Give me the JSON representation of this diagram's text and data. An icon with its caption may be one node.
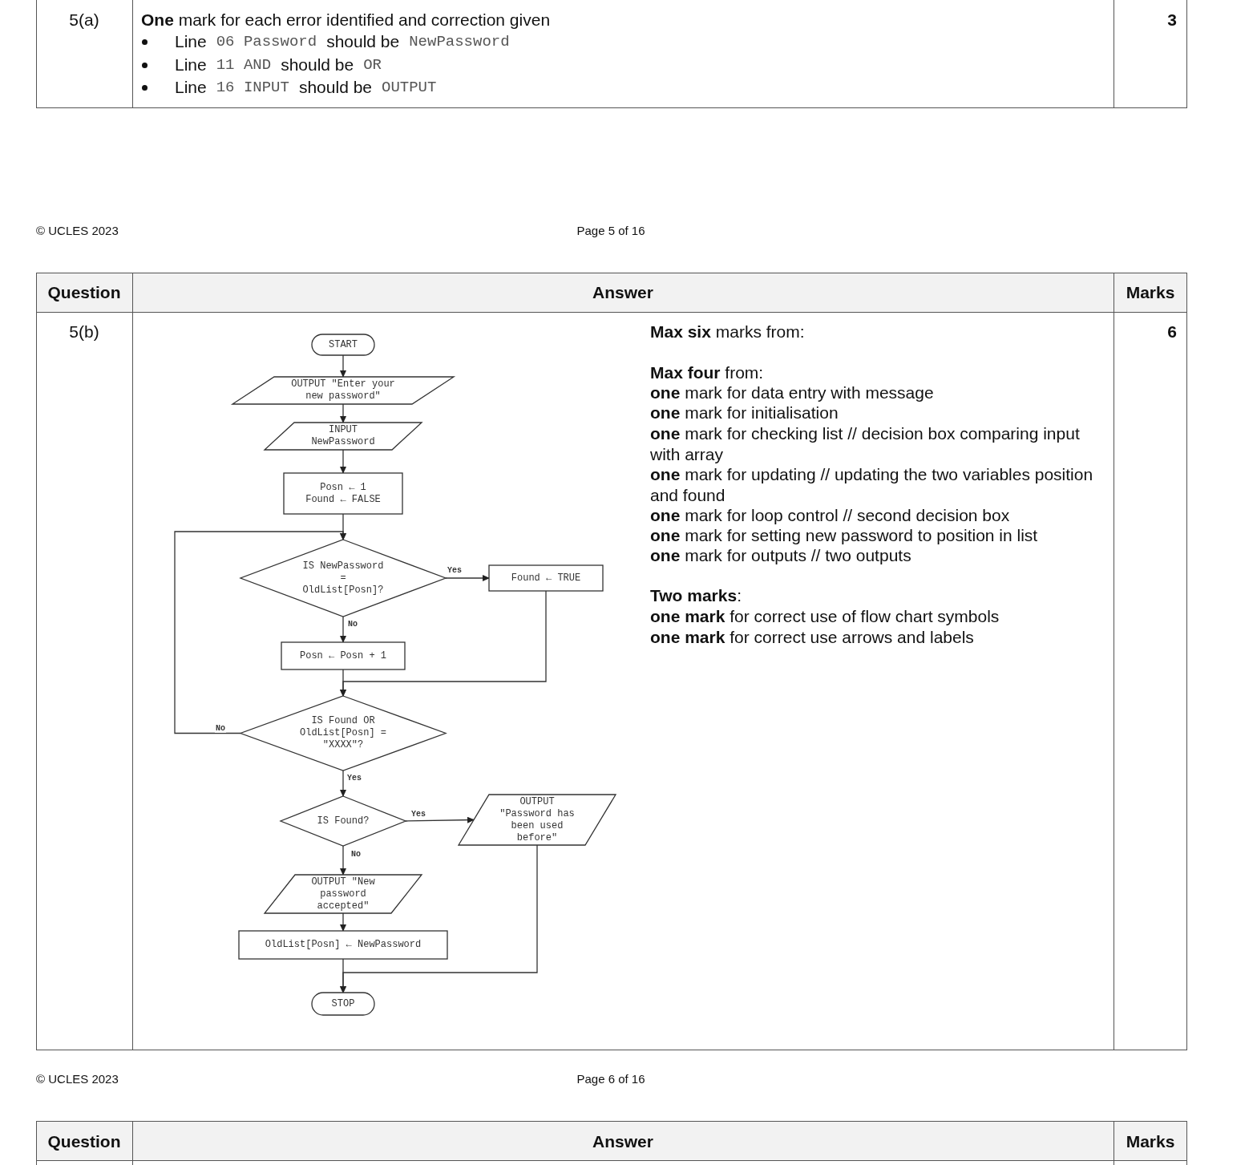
{
  "diagram": {
    "nodes": [
      {
        "text": [
          "START"
        ]
      },
      {
        "text": [
          "OUTPUT \"Enter your new password\""
        ]
      },
      {
        "text": [
          "INPUT NewPassword"
        ]
      },
      {
        "text": [
          "Posn ← 1",
          "Found ← FALSE"
        ]
      },
      {
        "text": [
          "IS NewPassword = OldList[Posn]?"
        ]
      },
      {
        "text": [
          "Found ← TRUE"
        ]
      },
      {
        "text": [
          "Posn ← Posn + 1"
        ]
      },
      {
        "text": [
          "IS Found OR OldList[Posn] = \"XXXX\"?"
        ]
      },
      {
        "text": [
          "IS Found?"
        ]
      },
      {
        "text": [
          "OUTPUT \"Password has been used before\""
        ]
      },
      {
        "text": [
          "OUTPUT \"New password accepted\""
        ]
      },
      {
        "text": [
          "OldList[Posn] ← NewPassword"
        ]
      },
      {
        "text": [
          "STOP"
        ]
      }
    ],
    "edges": [
      {
        "from": 0,
        "to": 1,
        "arrow": "to"
      },
      {
        "from": 1,
        "to": 2,
        "arrow": "to"
      },
      {
        "from": 2,
        "to": 3,
        "arrow": "to"
      },
      {
        "from": 3,
        "to": 4,
        "arrow": "to"
      },
      {
        "from": 4,
        "to": 5,
        "arrow": "to",
        "label": "Yes"
      },
      {
        "from": 4,
        "to": 6,
        "arrow": "to",
        "label": "No"
      },
      {
        "from": 6,
        "to": 7,
        "arrow": "to"
      },
      {
        "from": 5,
        "to": 7,
        "arrow": "to"
      },
      {
        "from": 7,
        "to": 4,
        "arrow": "to",
        "label": "No"
      },
      {
        "from": 7,
        "to": 8,
        "arrow": "to",
        "label": "Yes"
      },
      {
        "from": 8,
        "to": 9,
        "arrow": "to",
        "label": "Yes"
      },
      {
        "from": 8,
        "to": 10,
        "arrow": "to",
        "label": "No"
      },
      {
        "from": 10,
        "to": 11,
        "arrow": "to"
      },
      {
        "from": 11,
        "to": 12,
        "arrow": "to"
      },
      {
        "from": 9,
        "to": 12,
        "arrow": "to"
      }
    ],
    "labels": [
      "5(a)",
      "**One** mark for each error identified and correction given",
      "3",
      "Line",
      "06 Password",
      "should be",
      "NewPassword",
      "Line",
      "11 AND",
      "should be",
      "OR",
      "Line",
      "16 INPUT",
      "should be",
      "OUTPUT",
      "© UCLES 2023",
      "Page 5 of 16",
      "Question",
      "Answer",
      "Marks",
      "5(b)",
      "**Max six** marks from:",
      "**Max four** from:",
      "**one** mark for data entry with message",
      "**one** mark for initialisation",
      "**one** mark for checking list // decision box comparing input with array",
      "**one** mark for updating // updating the two variables position and found",
      "**one** mark for loop control // second decision box",
      "**one** mark for setting new password to position in list",
      "**one** mark for outputs // two outputs",
      "**Two marks**:",
      "**one mark** for correct use of flow chart symbols",
      "**one mark** for correct use arrows and labels",
      "6",
      "© UCLES 2023",
      "Page 6 of 16",
      "Question",
      "Answer",
      "Marks"
    ]
  }
}
